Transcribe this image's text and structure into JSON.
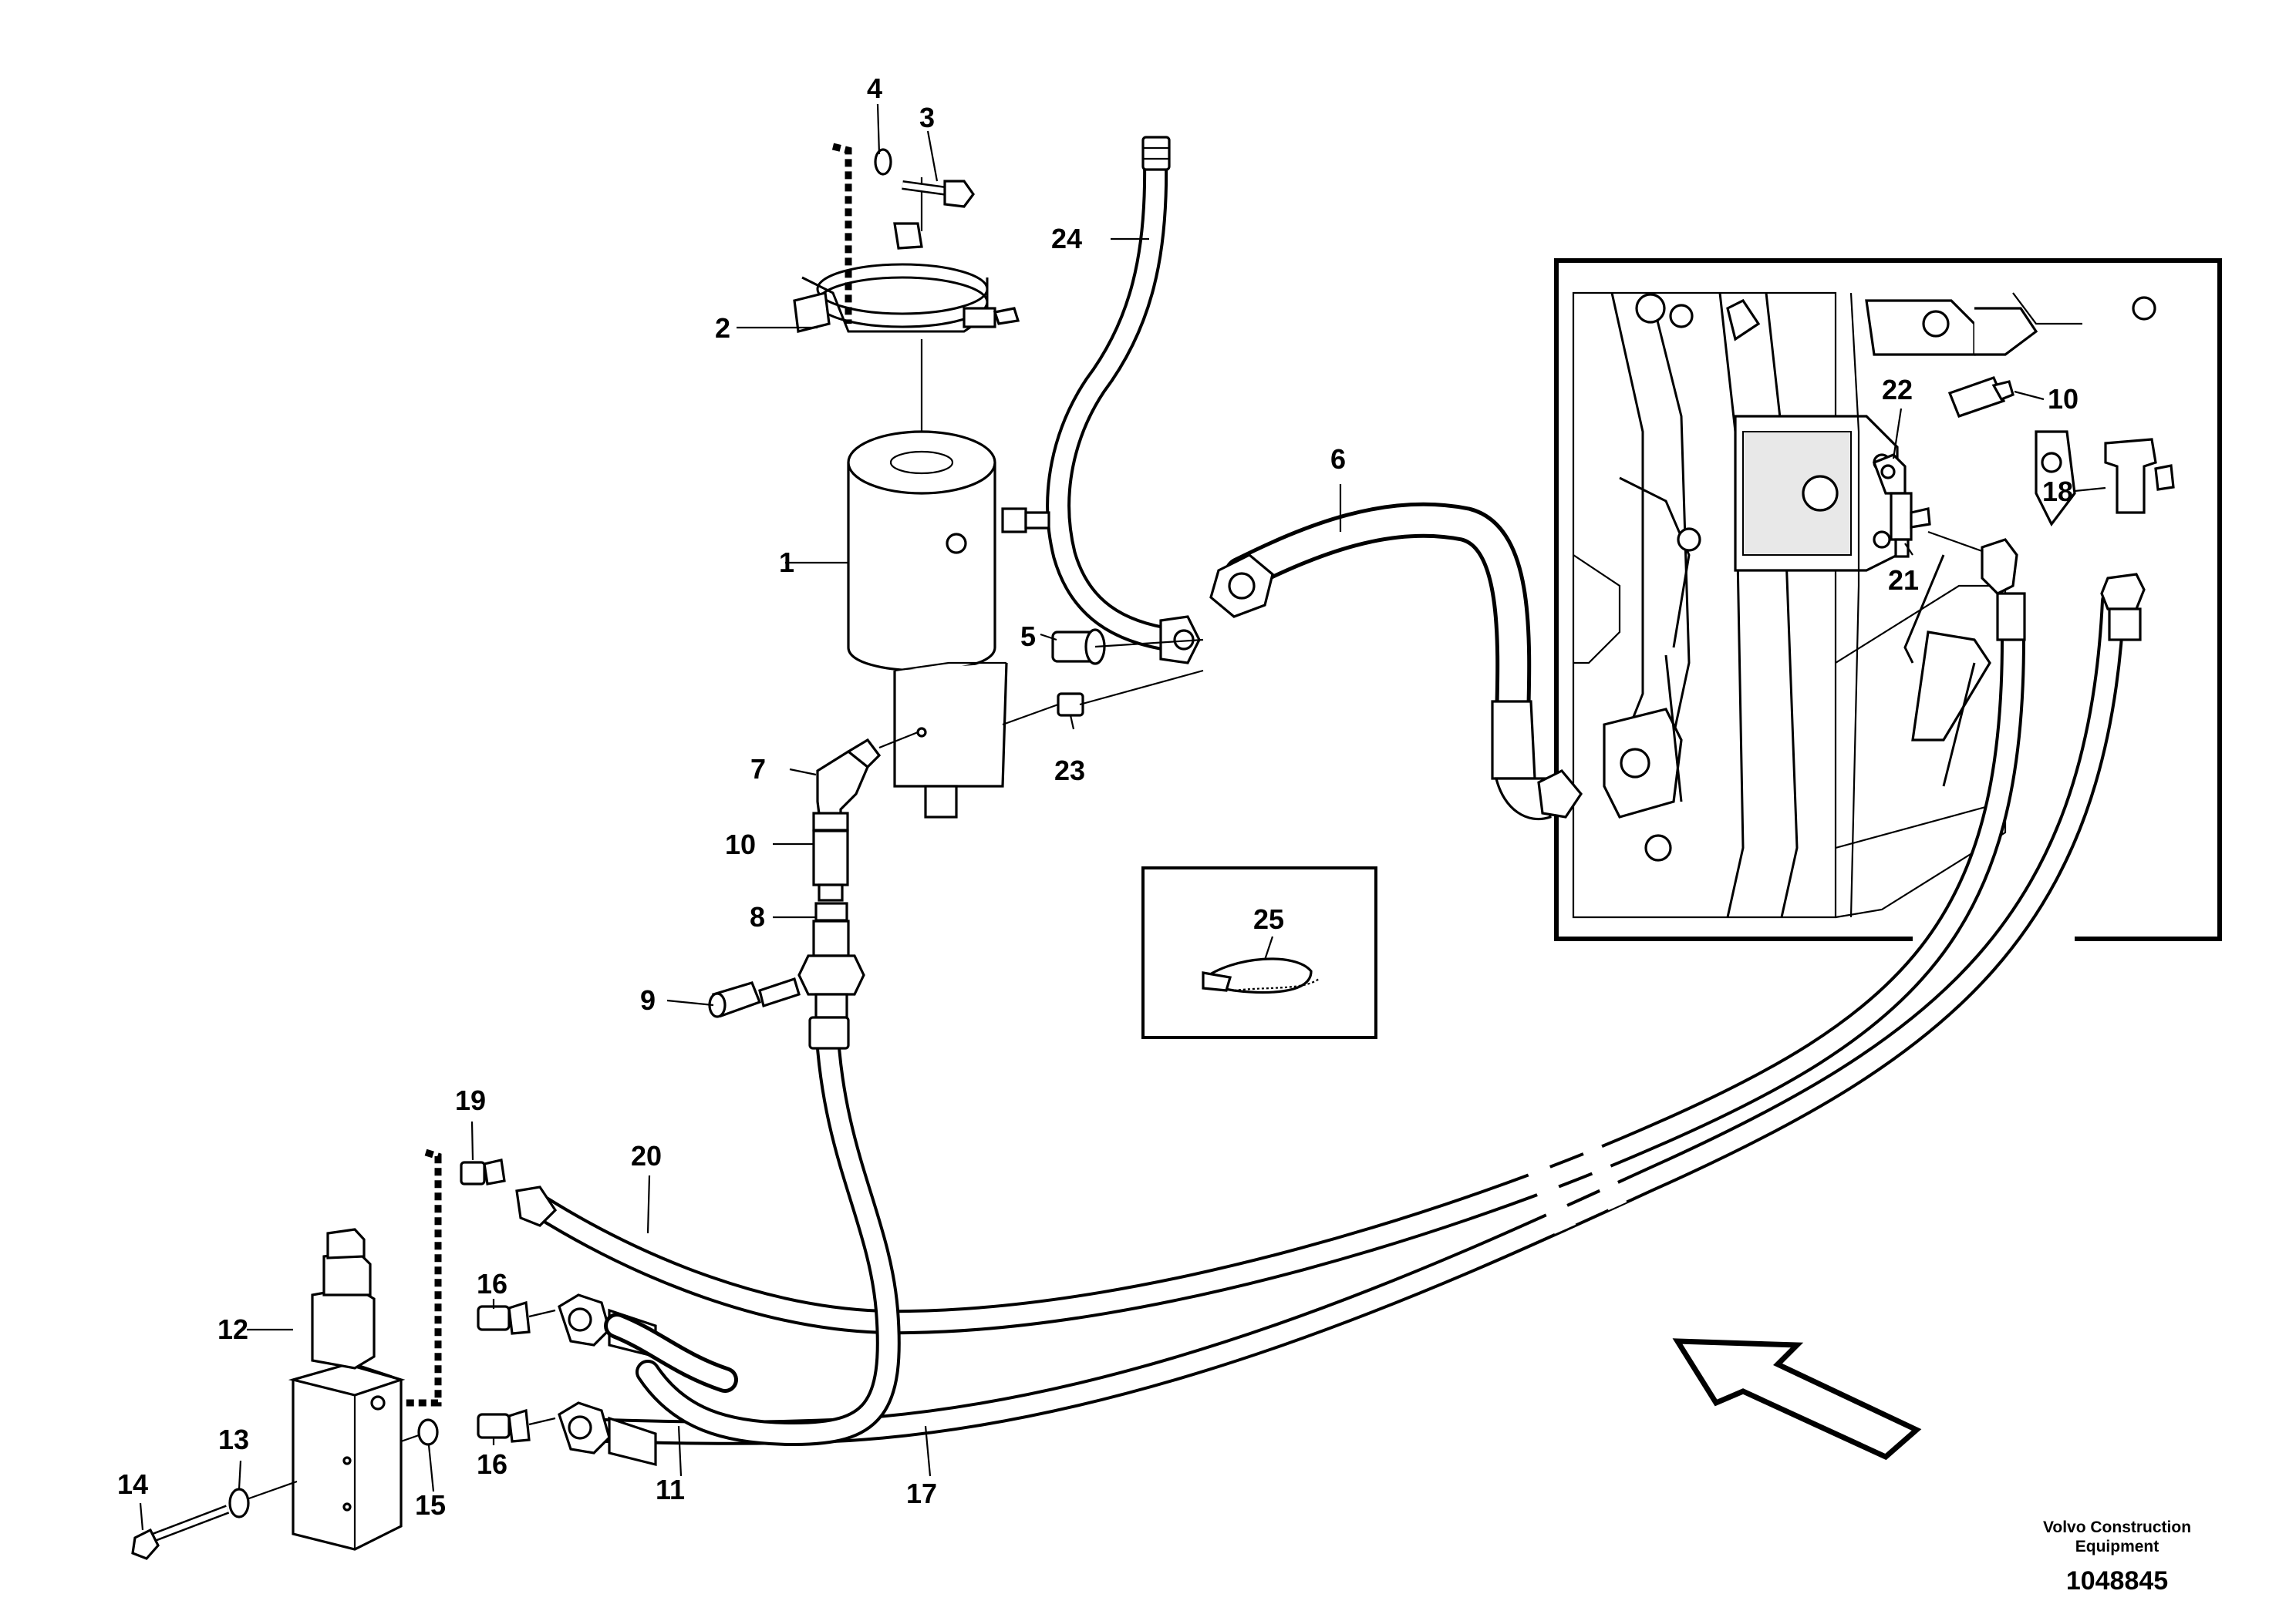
{
  "callouts": {
    "c1": "1",
    "c2": "2",
    "c3": "3",
    "c4": "4",
    "c5": "5",
    "c6": "6",
    "c7": "7",
    "c8": "8",
    "c9": "9",
    "c10a": "10",
    "c10b": "10",
    "c11": "11",
    "c12": "12",
    "c13": "13",
    "c14": "14",
    "c15": "15",
    "c16a": "16",
    "c16b": "16",
    "c17": "17",
    "c18": "18",
    "c19": "19",
    "c20": "20",
    "c21": "21",
    "c22": "22",
    "c23": "23",
    "c24": "24",
    "c25": "25"
  },
  "footer": {
    "brand_line1": "Volvo Construction",
    "brand_line2": "Equipment",
    "drawing_number": "1048845"
  }
}
